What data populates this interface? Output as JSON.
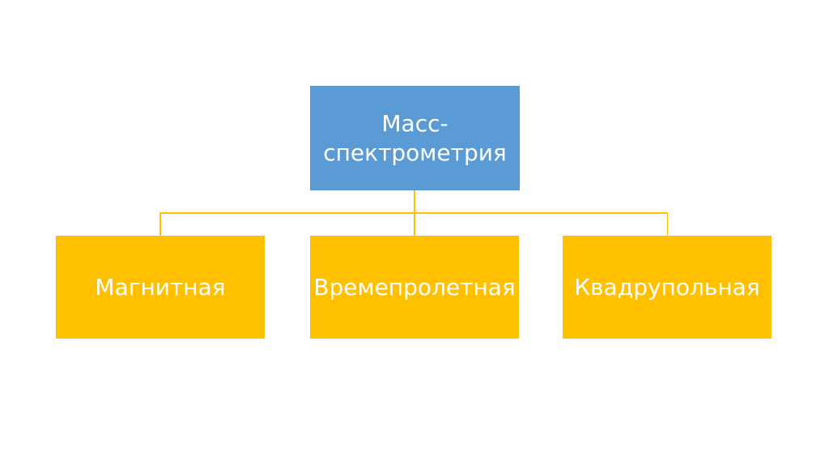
{
  "colors": {
    "slide_bg": "#FFFFFF",
    "root_fill": "#5B9BD5",
    "child_fill": "#FFC000",
    "connector": "#FFC000",
    "text_color": "#FFFFFF"
  },
  "diagram": {
    "type": "org-chart",
    "root": {
      "label": "Масс-спектрометрия"
    },
    "children": [
      {
        "label": "Магнитная"
      },
      {
        "label": "Времепролетная"
      },
      {
        "label": "Квадрупольная"
      }
    ]
  }
}
